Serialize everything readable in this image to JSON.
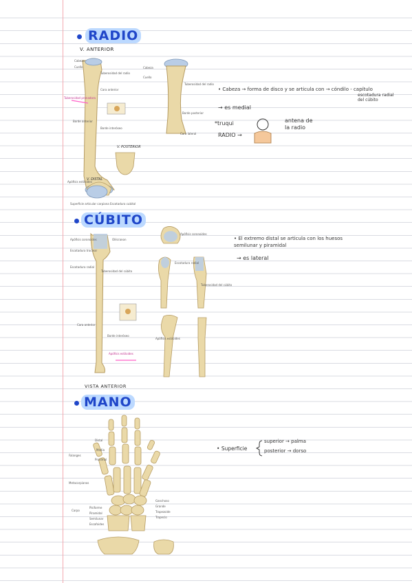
{
  "sections": [
    {
      "title": "RADIO",
      "subtitle": "V. ANTERIOR",
      "notes": [
        "Cabeza → forma de disco y se articula con → cóndilo - capítulo",
        "escotadura radial del cúbito",
        "→ es medial",
        "*truqui",
        "RADIO →",
        "antena de la radio"
      ],
      "figure_labels": [
        "V. POSTERIOR",
        "V. DISTAL"
      ]
    },
    {
      "title": "CÚBITO",
      "notes": [
        "El extremo distal se articula con los huesos semilunar y piramidal",
        "→ es lateral"
      ],
      "figure_labels": [
        "VISTA ANTERIOR"
      ]
    },
    {
      "title": "MANO",
      "notes": [
        "Superficie",
        "superior → palma",
        "posterior → dorso"
      ]
    }
  ],
  "colors": {
    "heading": "#1f46c9",
    "heading_highlight": "#bcd9ff",
    "margin": "#f3a7ae",
    "bone": "#ead9a8",
    "cartilage": "#b9cde6",
    "label_highlight": "#ff5fc8"
  }
}
